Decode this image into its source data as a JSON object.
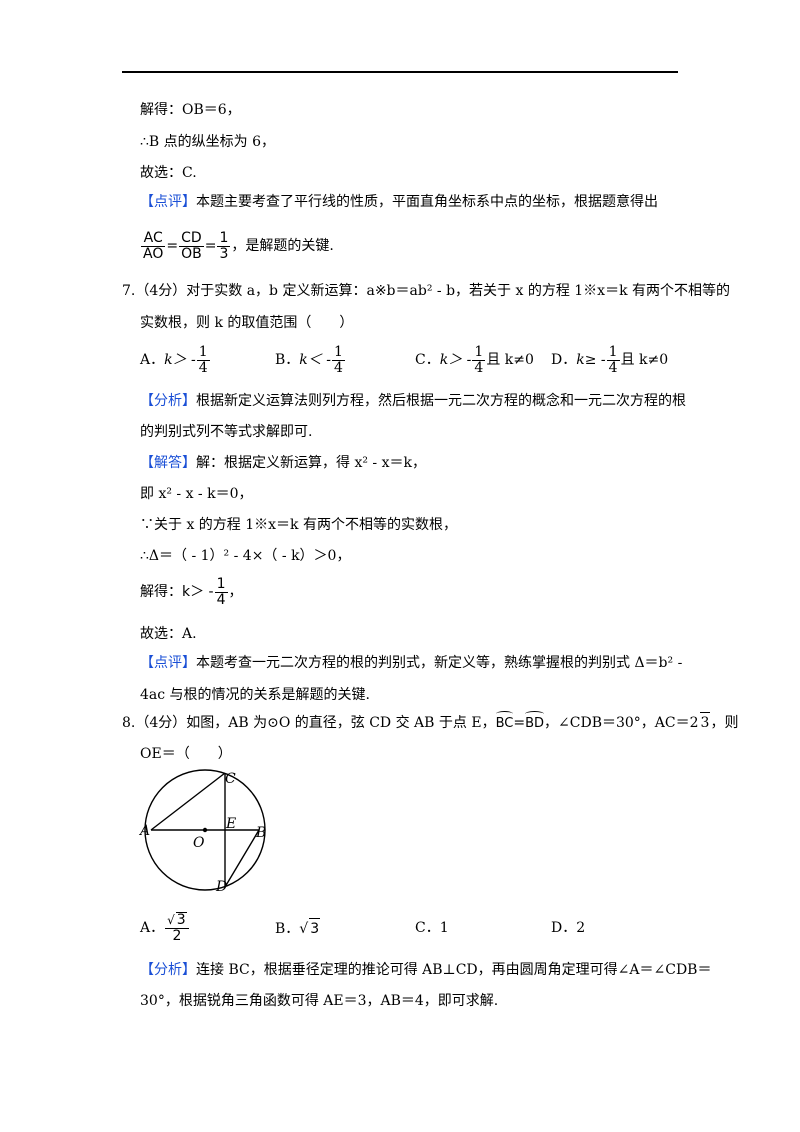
{
  "q6": {
    "l1": "解得：OB＝6，",
    "l2": "∴B 点的纵坐标为 6，",
    "l3": "故选：C.",
    "review_tag": "【点评】",
    "review_text": "本题主要考查了平行线的性质，平面直角坐标系中点的坐标，根据题意得出",
    "frac1_num": "AC",
    "frac1_den": "AO",
    "frac2_num": "CD",
    "frac2_den": "OB",
    "frac3_num": "1",
    "frac3_den": "3",
    "key_suffix": "，是解题的关键."
  },
  "q7": {
    "stem1": "7.（4分）对于实数 a，b 定义新运算：a※b＝ab² - b，若关于 x 的方程 1※x＝k 有两个不相等的",
    "stem2": "实数根，则 k 的取值范围（　　）",
    "opt_a_label": "A．",
    "opt_a_pre": "k＞ -",
    "opt_b_label": "B．",
    "opt_b_pre": "k＜ -",
    "opt_c_label": "C．",
    "opt_c_pre": "k＞ -",
    "opt_c_post": "且 k≠0",
    "opt_d_label": "D．",
    "opt_d_pre": "k≥ -",
    "opt_d_post": "且 k≠0",
    "frac_num": "1",
    "frac_den": "4",
    "analysis_tag": "【分析】",
    "analysis1": "根据新定义运算法则列方程，然后根据一元二次方程的概念和一元二次方程的根",
    "analysis2": "的判别式列不等式求解即可.",
    "answer_tag": "【解答】",
    "answer1": "解：根据定义新运算，得 x² - x＝k，",
    "answer2": "即 x² - x - k＝0，",
    "answer3": "∵关于 x 的方程 1※x＝k 有两个不相等的实数根，",
    "answer4": "∴Δ＝（ - 1）² - 4×（ - k）＞0，",
    "answer5_pre": "解得：",
    "answer5_k": "k＞ -",
    "answer5_post": "，",
    "answer6": "故选：A.",
    "review_tag": "【点评】",
    "review1": "本题考查一元二次方程的根的判别式，新定义等，熟练掌握根的判别式 Δ＝b² -",
    "review2": "4ac 与根的情况的关系是解题的关键."
  },
  "q8": {
    "stem1_pre": "8.（4分）如图，AB 为⊙O 的直径，弦 CD 交 AB 于点 E，",
    "arc1": "BC",
    "eq": "=",
    "arc2": "BD",
    "stem1_post": "，∠CDB＝30°，AC＝2",
    "sqrt_val": "3",
    "stem1_end": "，则",
    "stem2": "OE＝（　　）",
    "fig_labels": {
      "C": "C",
      "A": "A",
      "E": "E",
      "B": "B",
      "O": "O",
      "D": "D"
    },
    "opt_a_label": "A．",
    "opt_a_num": "3",
    "opt_a_den": "2",
    "opt_b_label": "B．",
    "opt_b_val": "3",
    "opt_c": "C．1",
    "opt_d": "D．2",
    "analysis_tag": "【分析】",
    "analysis1": "连接 BC，根据垂径定理的推论可得 AB⊥CD，再由圆周角定理可得∠A＝∠CDB＝",
    "analysis2": "30°，根据锐角三角函数可得 AE＝3，AB＝4，即可求解."
  },
  "colors": {
    "tag": "#1a4fd6",
    "text": "#000000"
  }
}
